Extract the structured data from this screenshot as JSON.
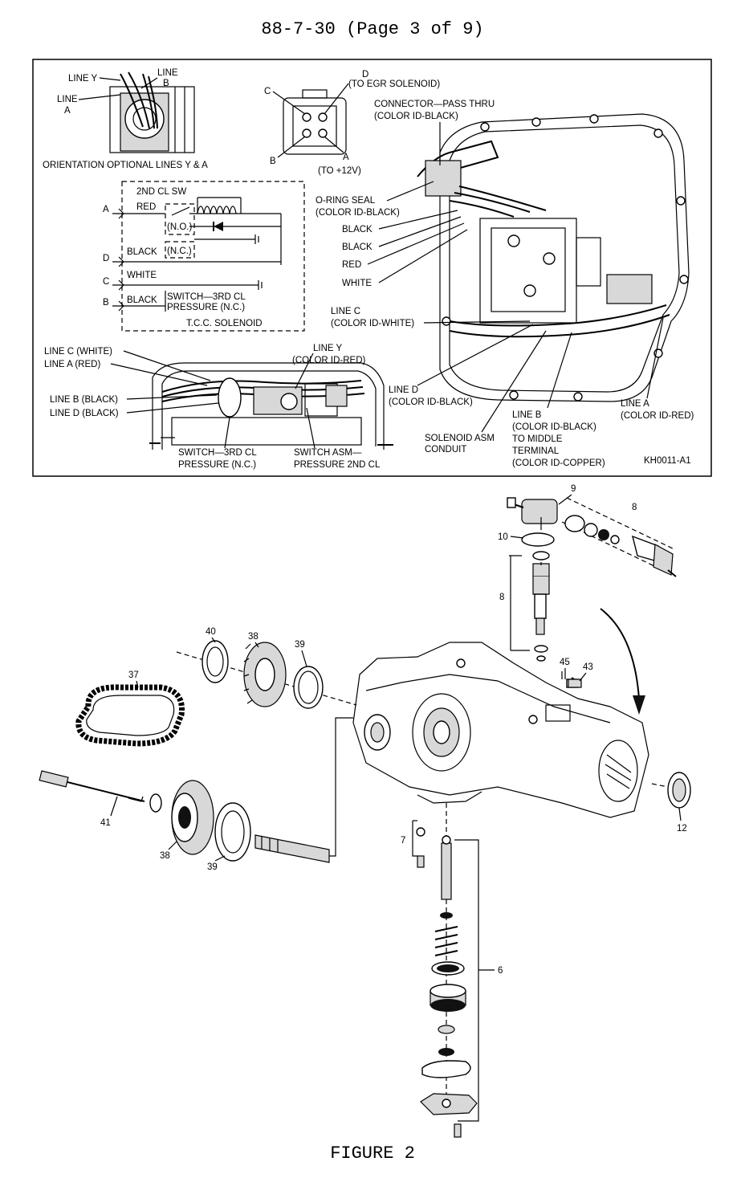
{
  "header": {
    "title": "88-7-30 (Page 3 of 9)"
  },
  "caption": "FIGURE 2",
  "wiring_diagram": {
    "connector_end": {
      "line_y": "LINE Y",
      "line_b": [
        "LINE",
        "B"
      ],
      "line_a": [
        "LINE",
        "A"
      ],
      "orientation_note": "ORIENTATION OPTIONAL LINES Y & A"
    },
    "connector_face": {
      "d_letter": "D",
      "d_note": "(TO EGR SOLENOID)",
      "c_letter": "C",
      "b_letter": "B",
      "a_letter": "A",
      "a_note": "(TO +12V)"
    },
    "schematic": {
      "sw_title": "2ND CL SW",
      "pins": [
        "A",
        "D",
        "C",
        "B"
      ],
      "wire_red": "RED",
      "wire_black_d": "BLACK",
      "wire_white": "WHITE",
      "wire_black_b": "BLACK",
      "no_contact": "(N.O.)",
      "nc_contact": "(N.C.)",
      "switch_3rd": "SWITCH—3RD CL",
      "switch_3rd_pressure": "PRESSURE (N.C.)",
      "solenoid": "T.C.C. SOLENOID"
    },
    "bottom_view": {
      "line_c_white": "LINE C (WHITE)",
      "line_a_red": "LINE A (RED)",
      "line_b_black": "LINE B (BLACK)",
      "line_d_black": "LINE D (BLACK)",
      "line_y": "LINE Y",
      "line_y_color": "(COLOR ID-RED)",
      "switch_3rd": "SWITCH—3RD CL",
      "switch_3rd_pressure": "PRESSURE (N.C.)",
      "switch_asm": "SWITCH ASM—",
      "switch_asm_pressure": "PRESSURE 2ND CL"
    },
    "case_view": {
      "connector": "CONNECTOR—PASS THRU",
      "connector_color": "(COLOR ID-BLACK)",
      "oring": "O-RING SEAL",
      "oring_color": "(COLOR ID-BLACK)",
      "wire_black_1": "BLACK",
      "wire_black_2": "BLACK",
      "wire_red": "RED",
      "wire_white": "WHITE",
      "line_c": "LINE C",
      "line_c_color": "(COLOR ID-WHITE)",
      "line_d": "LINE D",
      "line_d_color": "(COLOR ID-BLACK)",
      "conduit": "SOLENOID ASM",
      "conduit_2": "CONDUIT",
      "line_b": "LINE B",
      "line_b_color": "(COLOR ID-BLACK)",
      "line_b_to": "TO MIDDLE",
      "line_b_terminal": "TERMINAL",
      "line_b_copper": "(COLOR ID-COPPER)",
      "line_a": "LINE A",
      "line_a_color": "(COLOR ID-RED)",
      "code": "KH0011-A1"
    }
  },
  "exploded_view": {
    "callouts": {
      "n9": "9",
      "n8_top": "8",
      "n10": "10",
      "n8_left": "8",
      "n45": "45",
      "n43": "43",
      "n40": "40",
      "n38_top": "38",
      "n39_top": "39",
      "n37": "37",
      "n41": "41",
      "n38_bottom": "38",
      "n39_bottom": "39",
      "n7": "7",
      "n6": "6",
      "n12": "12"
    }
  }
}
